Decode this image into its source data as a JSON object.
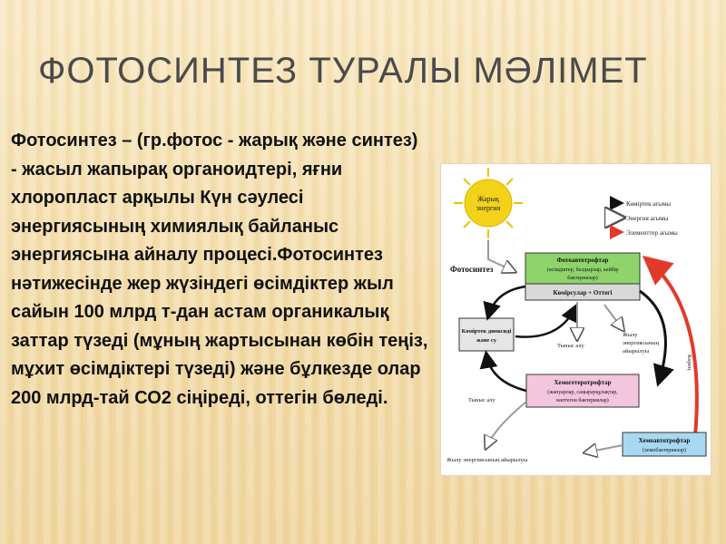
{
  "slide": {
    "title": "ФОТОСИНТЕЗ ТУРАЛЫ МӘЛІМЕТ",
    "body": "Фотосинтез – (гр.фотос - жарық және синтез) - жасыл жапырақ органоидтері, яғни хлоропласт арқылы Күн сәулесі энергиясының химиялық байланыс энергиясына айналу процесі.Фотосинтез нәтижесінде жер жүзіндегі өсімдіктер жыл сайын 100 млрд т-дан астам органикалық заттар түзеді (мұның жартысынан көбін теңіз, мұхит өсімдіктері түзеді) және бұлкезде олар 200 млрд-тай СО2 сіңіреді, оттегін бөледі."
  },
  "diagram": {
    "sun_label_1": "Жарық",
    "sun_label_2": "энергия",
    "legend_carbon": "Көміртек ағымы",
    "legend_energy": "Энергия ағымы",
    "legend_elements": "Элементтер ағымы",
    "photosynthesis_label": "Фотосинтез",
    "photoauto_title": "Фотоавтотрофтар",
    "photoauto_sub_1": "(өсімдіктер, балдырлар, кейбір",
    "photoauto_sub_2": "бактериялар)",
    "carbs_label": "Көмірсулар + Оттегі",
    "co2_label_1": "Көміртек диоксиді",
    "co2_label_2": "және су",
    "respiration_top": "Тыныс алу",
    "heat_label_1": "Жылу",
    "heat_label_2": "энергиясының",
    "heat_label_3": "айырылуы",
    "decay_label": "Көрең",
    "chemohetero_title": "Хемогетеротрофтар",
    "chemohetero_sub_1": "(жануарлар, саңырауқұлақтар,",
    "chemohetero_sub_2": "көптеген бактериялар)",
    "respiration_bottom": "Тыныс алу",
    "chemoauto_title": "Хемоавтотрофтар",
    "chemoauto_sub": "(хемобактериялар)",
    "heat_bottom": "Жылу энергиясының айырылуы",
    "colors": {
      "sun": "#f3d21a",
      "photo_box": "#8ed46a",
      "chemohetero_box": "#f3c6dd",
      "co2_box": "#e6e6e6",
      "chemoauto_box": "#a9d8f2",
      "red_arrow": "#e23a2a"
    }
  }
}
